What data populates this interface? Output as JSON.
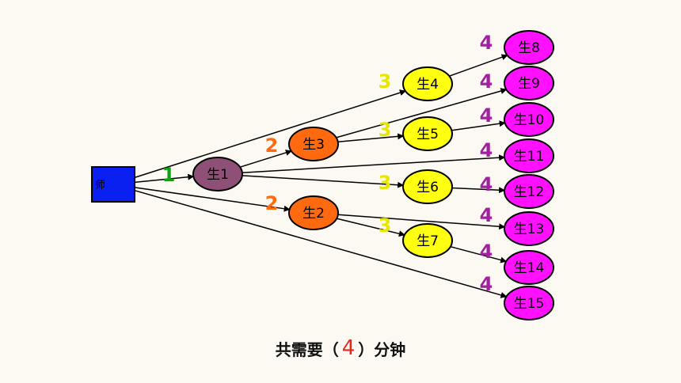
{
  "nodes": [
    {
      "id": "teacher",
      "label": "师",
      "shape": "rect",
      "fill": "#0a20f0",
      "text_color": "#000000"
    },
    {
      "id": "s1",
      "label": "生1",
      "shape": "ellipse",
      "fill": "#8e5077"
    },
    {
      "id": "s2",
      "label": "生2",
      "shape": "ellipse",
      "fill": "#ff6a10"
    },
    {
      "id": "s3",
      "label": "生3",
      "shape": "ellipse",
      "fill": "#ff6a10"
    },
    {
      "id": "s4",
      "label": "生4",
      "shape": "ellipse",
      "fill": "#ffff10"
    },
    {
      "id": "s5",
      "label": "生5",
      "shape": "ellipse",
      "fill": "#ffff10"
    },
    {
      "id": "s6",
      "label": "生6",
      "shape": "ellipse",
      "fill": "#ffff10"
    },
    {
      "id": "s7",
      "label": "生7",
      "shape": "ellipse",
      "fill": "#ffff10"
    },
    {
      "id": "s8",
      "label": "生8",
      "shape": "ellipse",
      "fill": "#ff10ff"
    },
    {
      "id": "s9",
      "label": "生9",
      "shape": "ellipse",
      "fill": "#ff10ff"
    },
    {
      "id": "s10",
      "label": "生10",
      "shape": "ellipse",
      "fill": "#ff10ff"
    },
    {
      "id": "s11",
      "label": "生11",
      "shape": "ellipse",
      "fill": "#ff10ff"
    },
    {
      "id": "s12",
      "label": "生12",
      "shape": "ellipse",
      "fill": "#ff10ff"
    },
    {
      "id": "s13",
      "label": "生13",
      "shape": "ellipse",
      "fill": "#ff10ff"
    },
    {
      "id": "s14",
      "label": "生14",
      "shape": "ellipse",
      "fill": "#ff10ff"
    },
    {
      "id": "s15",
      "label": "生15",
      "shape": "ellipse",
      "fill": "#ff10ff"
    }
  ],
  "edges": [
    {
      "from": "teacher",
      "to": "s1"
    },
    {
      "from": "teacher",
      "to": "s2"
    },
    {
      "from": "teacher",
      "to": "s4"
    },
    {
      "from": "teacher",
      "to": "s15"
    },
    {
      "from": "s1",
      "to": "s3"
    },
    {
      "from": "s1",
      "to": "s6"
    },
    {
      "from": "s1",
      "to": "s11"
    },
    {
      "from": "s3",
      "to": "s5"
    },
    {
      "from": "s3",
      "to": "s9"
    },
    {
      "from": "s4",
      "to": "s8"
    },
    {
      "from": "s5",
      "to": "s10"
    },
    {
      "from": "s6",
      "to": "s12"
    },
    {
      "from": "s2",
      "to": "s7"
    },
    {
      "from": "s2",
      "to": "s13"
    },
    {
      "from": "s7",
      "to": "s14"
    }
  ],
  "step_labels": [
    {
      "text": "1",
      "color": "#10a010"
    },
    {
      "text": "2",
      "color": "#ff6a10"
    },
    {
      "text": "2",
      "color": "#ff6a10"
    },
    {
      "text": "3",
      "color": "#e6e600"
    },
    {
      "text": "3",
      "color": "#e6e600"
    },
    {
      "text": "3",
      "color": "#e6e600"
    },
    {
      "text": "3",
      "color": "#e6e600"
    },
    {
      "text": "4",
      "color": "#a020a0"
    },
    {
      "text": "4",
      "color": "#a020a0"
    },
    {
      "text": "4",
      "color": "#a020a0"
    },
    {
      "text": "4",
      "color": "#a020a0"
    },
    {
      "text": "4",
      "color": "#a020a0"
    },
    {
      "text": "4",
      "color": "#a020a0"
    },
    {
      "text": "4",
      "color": "#a020a0"
    },
    {
      "text": "4",
      "color": "#a020a0"
    }
  ],
  "caption": {
    "before": "共需要（",
    "answer": "4",
    "after": "）分钟",
    "answer_color": "#e8251a"
  }
}
